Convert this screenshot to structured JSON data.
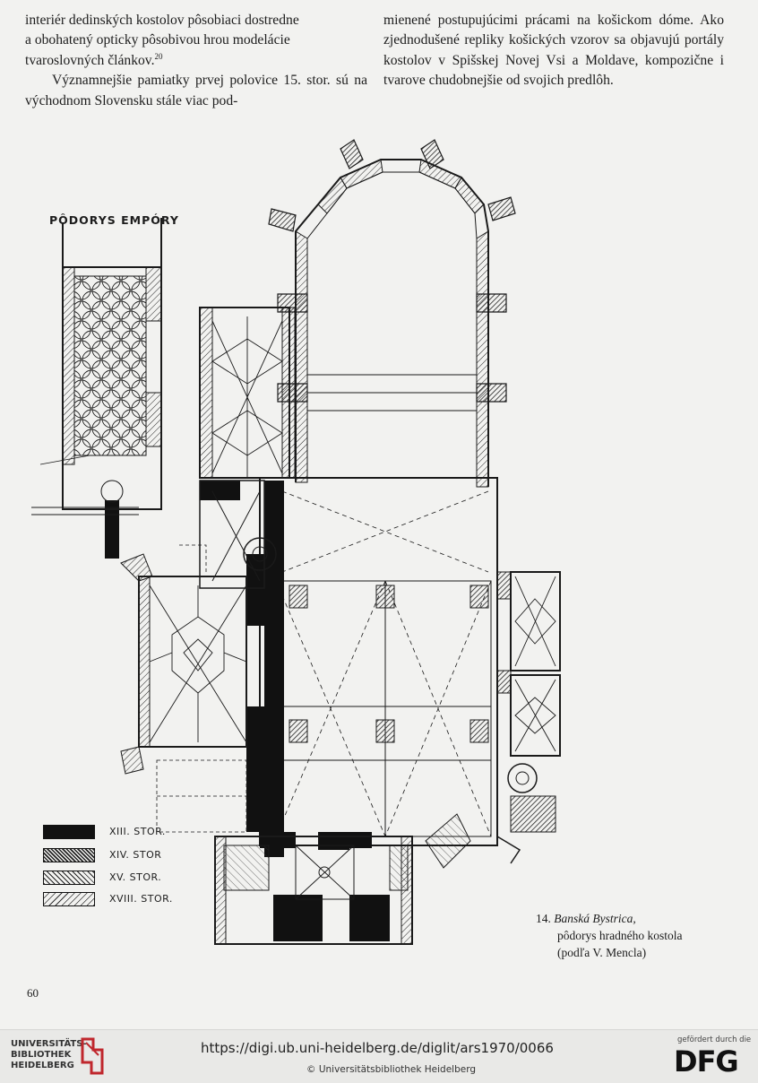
{
  "text": {
    "left_lines": [
      "interiér dedinských kostolov pôsobiaci dostredne",
      "a obohatený opticky pôsobivou hrou modelácie",
      "tvaroslovných článkov."
    ],
    "left_footnote": "20",
    "left_para2": "Významnejšie pamiatky prvej polovice 15. stor. sú na východnom Slovensku stále viac pod-",
    "right_para": "mienené postupujúcimi prácami na košickom dóme. Ako zjednodušené repliky košických vzorov sa objavujú portály kostolov v Spišskej Novej Vsi a Moldave, kompozične i tvarove chudobnejšie od svojich predlôh."
  },
  "figure": {
    "empory_label": "PÔDORYS EMPÓRY",
    "legend": [
      {
        "label": "XIII. STOR.",
        "pattern": "solid"
      },
      {
        "label": "XIV. STOR",
        "pattern": "hatch-dense"
      },
      {
        "label": "XV. STOR.",
        "pattern": "hatch"
      },
      {
        "label": "XVIII. STOR.",
        "pattern": "hatch-light"
      }
    ],
    "caption_num": "14.",
    "caption_place": "Banská Bystrica,",
    "caption_line2": "pôdorys hradného kostola",
    "caption_line3": "(podľa V. Mencla)"
  },
  "page_number": "60",
  "footer": {
    "logo_line1": "UNIVERSITÄTS-",
    "logo_line2": "BIBLIOTHEK",
    "logo_line3": "HEIDELBERG",
    "url": "https://digi.ub.uni-heidelberg.de/diglit/ars1970/0066",
    "copyright": "© Universitätsbibliothek Heidelberg",
    "funded_note": "gefördert durch die",
    "funder": "DFG"
  },
  "colors": {
    "paper": "#f2f2f0",
    "ink": "#1c1c1c",
    "footer_bg": "#e9e9e7",
    "logo_red": "#c0272d"
  }
}
